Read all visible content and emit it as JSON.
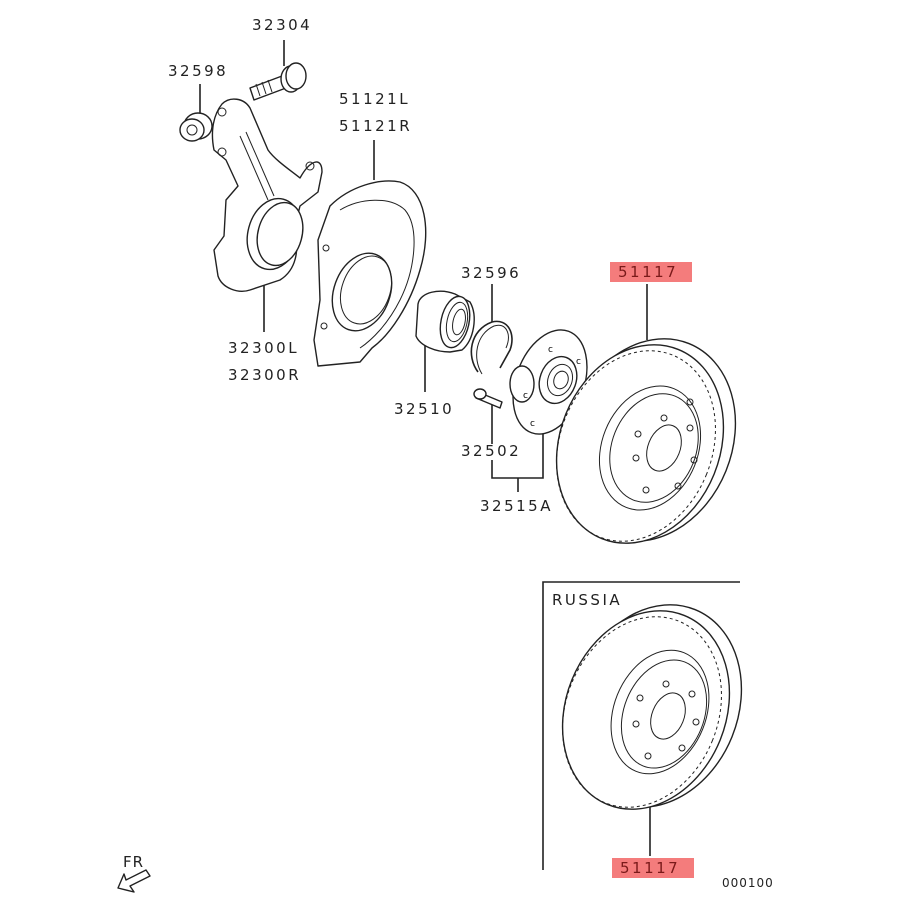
{
  "diagram": {
    "title": "Front axle hub / brake disc exploded view",
    "parts": [
      {
        "id": "32304",
        "label": "32304"
      },
      {
        "id": "32598",
        "label": "32598"
      },
      {
        "id": "51121L",
        "label": "51121L"
      },
      {
        "id": "51121R",
        "label": "51121R"
      },
      {
        "id": "32300L",
        "label": "32300L"
      },
      {
        "id": "32300R",
        "label": "32300R"
      },
      {
        "id": "32510",
        "label": "32510"
      },
      {
        "id": "32596",
        "label": "32596"
      },
      {
        "id": "32502",
        "label": "32502"
      },
      {
        "id": "32515A",
        "label": "32515A"
      },
      {
        "id": "51117",
        "label": "51117",
        "highlighted": true
      }
    ],
    "inset": {
      "title": "RUSSIA",
      "part_label": "51117",
      "highlighted": true
    },
    "direction_indicator": "FR",
    "diagram_code": "000100",
    "highlight_color": "#f47c7c"
  }
}
